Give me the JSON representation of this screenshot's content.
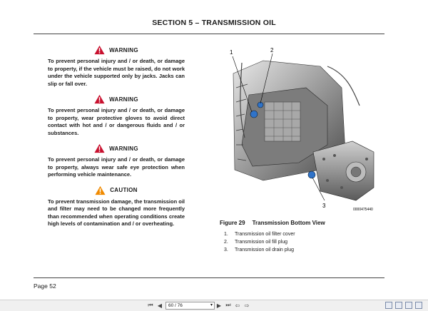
{
  "document": {
    "section_title": "SECTION 5 – TRANSMISSION OIL",
    "page_label": "Page 52",
    "notices": [
      {
        "label": "WARNING",
        "type": "warning",
        "text": "To prevent personal injury and / or death, or damage to property, if the vehicle must be raised, do not work under the vehicle supported only by jacks. Jacks can slip or fall over."
      },
      {
        "label": "WARNING",
        "type": "warning",
        "text": "To prevent personal injury and / or death, or damage to property, wear protective gloves to avoid direct contact with hot and / or dangerous fluids and / or substances."
      },
      {
        "label": "WARNING",
        "type": "warning",
        "text": "To prevent personal injury and / or death, or damage to property, always wear safe eye protection when performing vehicle maintenance."
      },
      {
        "label": "CAUTION",
        "type": "caution",
        "text": "To prevent transmission damage, the transmission oil and filter may need to be changed more frequently than recommended when operating conditions create high levels of contamination and / or overheating."
      }
    ],
    "figure": {
      "number": "Figure 29",
      "title": "Transmission Bottom View",
      "image_id": "0000475440",
      "callouts": [
        "1",
        "2",
        "3"
      ],
      "legend": [
        {
          "n": "1.",
          "text": "Transmission oil filter cover"
        },
        {
          "n": "2.",
          "text": "Transmission oil fill plug"
        },
        {
          "n": "3.",
          "text": "Transmission oil drain plug"
        }
      ]
    }
  },
  "viewer": {
    "page_indicator": "60 / 76",
    "icons": [
      "first-page-icon",
      "prev-page-icon",
      "next-page-icon",
      "last-page-icon",
      "back-icon",
      "forward-icon"
    ],
    "colors": {
      "warning": "#c8102e",
      "caution": "#f08a00",
      "toolbar": "#f0f0f0"
    }
  }
}
